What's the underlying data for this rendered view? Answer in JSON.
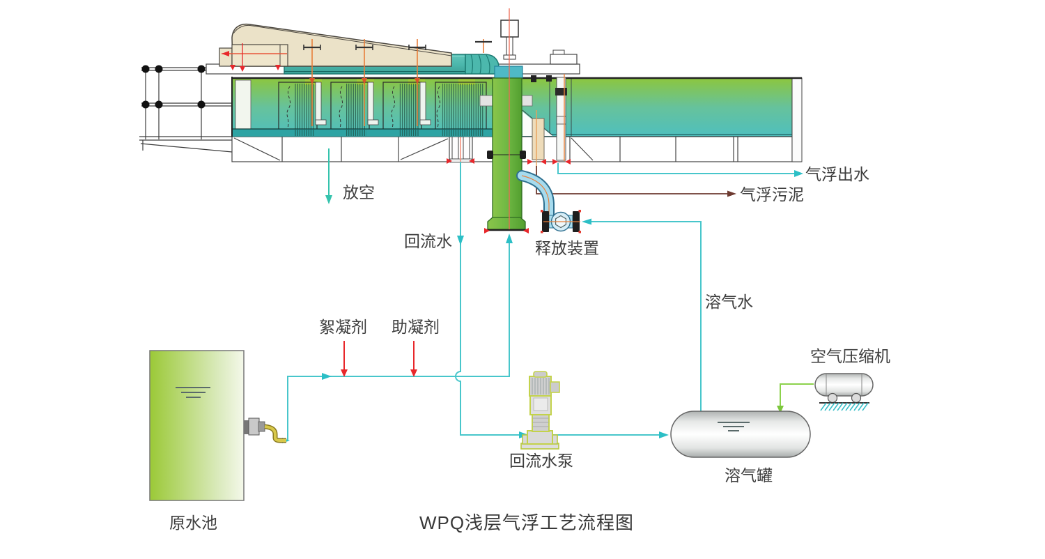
{
  "title": "WPQ浅层气浮工艺流程图",
  "components": {
    "raw_water_tank": "原水池",
    "return_water_pump": "回流水泵",
    "dissolved_air_tank": "溶气罐",
    "air_compressor": "空气压缩机",
    "release_device": "释放装置"
  },
  "streams": {
    "drain": "放空",
    "return_water": "回流水",
    "dissolved_air_water": "溶气水",
    "effluent": "气浮出水",
    "sludge": "气浮污泥",
    "flocculant": "絮凝剂",
    "coagulant_aid": "助凝剂"
  },
  "colors": {
    "water_line": "#48C6CB",
    "drain_arrow": "#35C3AD",
    "chemical_arrow": "#E8272B",
    "sludge_line": "#6D3A30",
    "air_line": "#8CD24C",
    "orange_centerline": "#E87F3A",
    "red_centerline": "#EF6A55",
    "tank_gradient_top": "#8CC63E",
    "tank_gradient_bottom": "#4FBFBE",
    "hood_beige": "#EBE2C8",
    "cylinder_teal": "#4CB8AD",
    "column_green": "#6FB844"
  }
}
